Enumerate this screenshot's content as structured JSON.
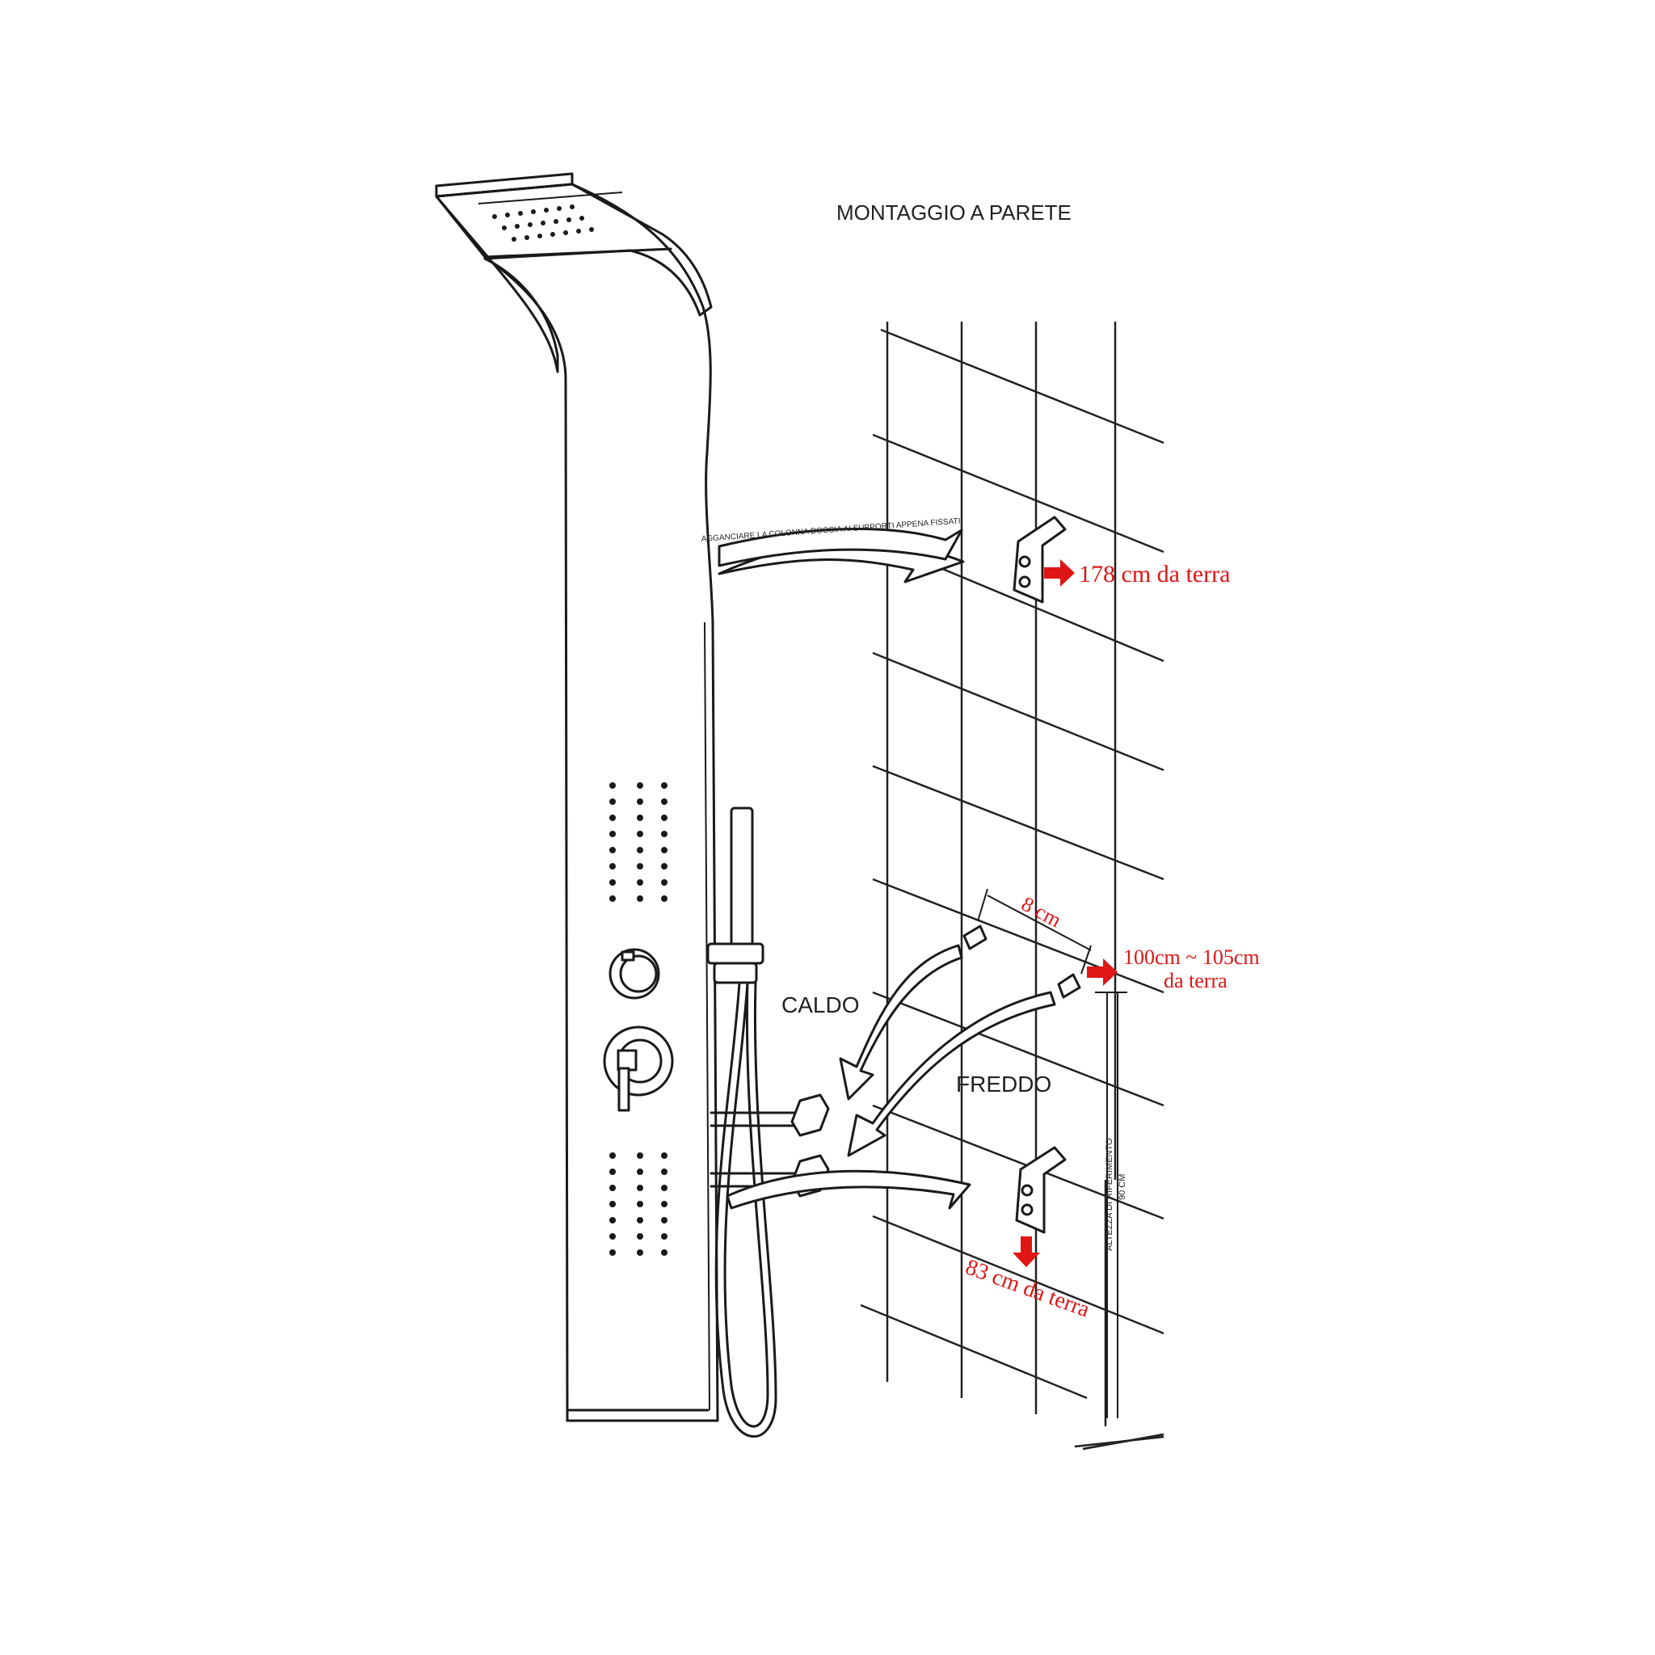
{
  "title": "MONTAGGIO A PARETE",
  "labels": {
    "top_arrow_text": "AGGANCIARE LA COLONNA DOCCIA AI SUPPORTI APPENA FISSATI",
    "top_bracket_height": "178 cm da terra",
    "hot": "CALDO",
    "cold": "FREDDO",
    "spacing": "8 cm",
    "inlet_height_line1": "100cm ~ 105cm",
    "inlet_height_line2": "da terra",
    "bottom_bracket_height": "83 cm da terra",
    "reference_line1": "ALTEZZA DI RIFERIMENTO",
    "reference_line2": "90 CM"
  },
  "colors": {
    "ink": "#1a1a1a",
    "annotation": "#e01515",
    "background": "#ffffff"
  }
}
